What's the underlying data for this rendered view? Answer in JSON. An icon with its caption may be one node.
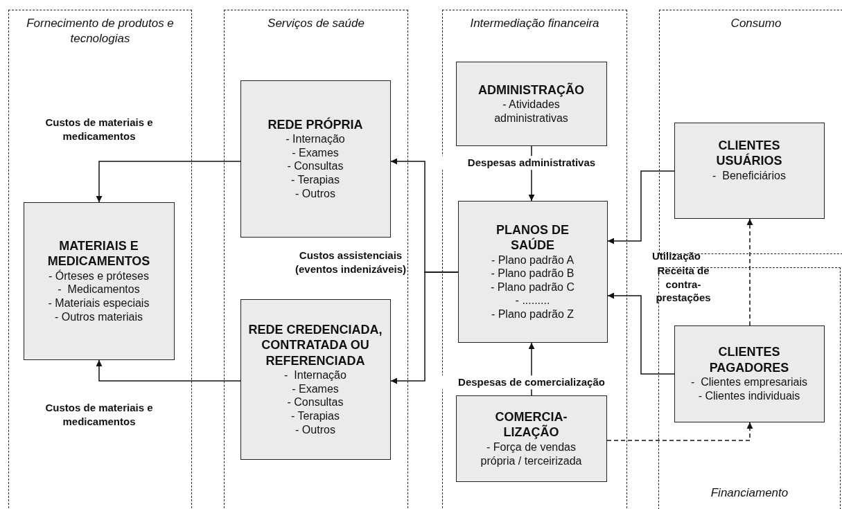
{
  "diagram": {
    "nodes": [
      {
        "text": [
          "Fornecimento de produtos e tecnologias"
        ]
      },
      {
        "text": [
          "Serviços de saúde"
        ]
      },
      {
        "text": [
          "Intermediação financeira"
        ]
      },
      {
        "text": [
          "Consumo"
        ]
      },
      {
        "text": [
          "Financiamento"
        ]
      },
      {
        "text": [
          "MATERIAIS E MEDICAMENTOS",
          "- Órteses e próteses",
          "-  Medicamentos",
          "- Materiais especiais",
          "- Outros materiais"
        ],
        "in": 0
      },
      {
        "text": [
          "REDE PRÓPRIA",
          "- Internação",
          "- Exames",
          "- Consultas",
          "- Terapias",
          "- Outros"
        ],
        "in": 1
      },
      {
        "text": [
          "REDE CREDENCIADA, CONTRATADA OU REFERENCIADA",
          "-  Internação",
          "- Exames",
          "- Consultas",
          "- Terapias",
          "- Outros"
        ],
        "in": 1
      },
      {
        "text": [
          "ADMINISTRAÇÃO",
          "- Atividades administrativas"
        ],
        "in": 2
      },
      {
        "text": [
          "PLANOS DE SAÚDE",
          "- Plano padrão A",
          "- Plano padrão B",
          "- Plano padrão C",
          "- .........",
          "- Plano padrão Z"
        ],
        "in": 2
      },
      {
        "text": [
          "COMERCIA-LIZAÇÃO",
          "- Força de vendas própria / terceirizada"
        ],
        "in": 2
      },
      {
        "text": [
          "CLIENTES USUÁRIOS",
          "-  Beneficiários"
        ],
        "in": 3
      },
      {
        "text": [
          "CLIENTES PAGADORES",
          "-  Clientes empresariais",
          "- Clientes individuais"
        ],
        "in": 4
      }
    ],
    "edges": [
      {
        "from": 6,
        "to": 5,
        "arrow": "to",
        "label": "Custos de materiais e medicamentos"
      },
      {
        "from": 7,
        "to": 5,
        "arrow": "to",
        "label": "Custos de materiais e medicamentos"
      },
      {
        "from": 9,
        "to": 6,
        "arrow": "to",
        "label": "Custos assistenciais (eventos indenizáveis)"
      },
      {
        "from": 9,
        "to": 7,
        "arrow": "to"
      },
      {
        "from": 8,
        "to": 9,
        "arrow": "to",
        "label": "Despesas administrativas"
      },
      {
        "from": 10,
        "to": 9,
        "arrow": "to",
        "label": "Despesas de comercialização"
      },
      {
        "from": 11,
        "to": 9,
        "arrow": "to",
        "label": "Utilização"
      },
      {
        "from": 12,
        "to": 9,
        "arrow": "to",
        "label": "Receita de contra-prestações"
      },
      {
        "from": 12,
        "to": 11,
        "arrow": "to",
        "style": "dashed"
      },
      {
        "from": 10,
        "to": 12,
        "arrow": "to",
        "style": "dashed"
      }
    ]
  }
}
